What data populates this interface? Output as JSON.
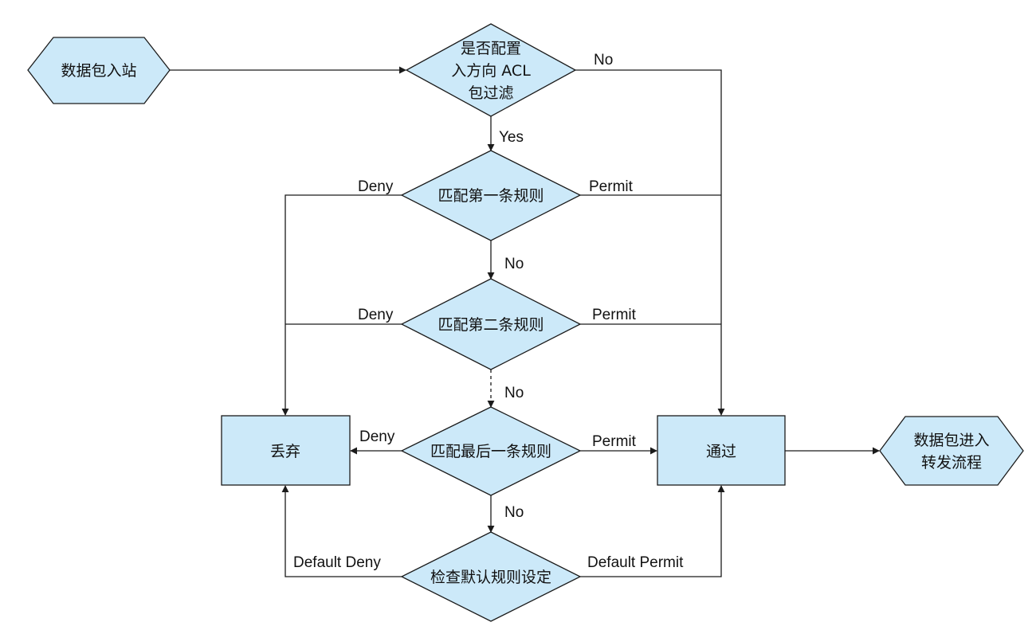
{
  "nodes": {
    "start": {
      "label": "数据包入站"
    },
    "acl_check": {
      "lines": [
        "是否配置",
        "入方向 ACL",
        "包过滤"
      ]
    },
    "rule1": {
      "label": "匹配第一条规则"
    },
    "rule2": {
      "label": "匹配第二条规则"
    },
    "rule_last": {
      "label": "匹配最后一条规则"
    },
    "default_check": {
      "label": "检查默认规则设定"
    },
    "discard": {
      "label": "丢弃"
    },
    "pass": {
      "label": "通过"
    },
    "forward": {
      "lines": [
        "数据包进入",
        "转发流程"
      ]
    }
  },
  "edges": {
    "acl_no": "No",
    "acl_yes": "Yes",
    "rule1_deny": "Deny",
    "rule1_permit": "Permit",
    "rule1_no": "No",
    "rule2_deny": "Deny",
    "rule2_permit": "Permit",
    "rule2_no": "No",
    "last_deny": "Deny",
    "last_permit": "Permit",
    "last_no": "No",
    "default_deny": "Default Deny",
    "default_permit": "Default Permit"
  },
  "colors": {
    "shape_fill": "#cce9f9",
    "stroke": "#1b1b1b"
  }
}
